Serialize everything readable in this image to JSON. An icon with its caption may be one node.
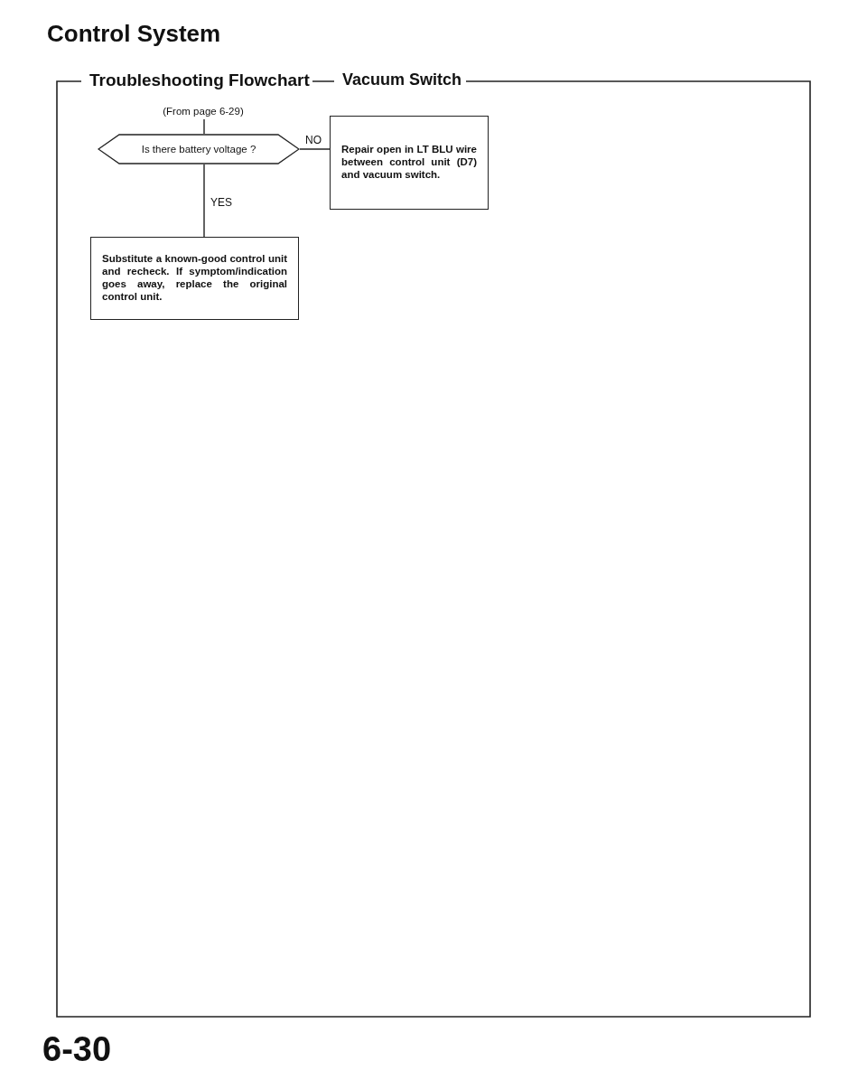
{
  "diagram": {
    "title": "Control System",
    "nodes": [
      {
        "text": [
          "(From page 6-29)"
        ]
      },
      {
        "text": [
          "Is there battery voltage ?"
        ]
      },
      {
        "text": [
          "Repair open in LT BLU wire between control unit (D7) and vacuum switch."
        ]
      },
      {
        "text": [
          "Substitute a known-good control unit and recheck. If symptom/indication goes away, replace the original control unit."
        ]
      }
    ],
    "edges": [
      {
        "from": 0,
        "to": 1,
        "arrow": "none"
      },
      {
        "from": 1,
        "to": 2,
        "arrow": "none",
        "label": "NO"
      },
      {
        "from": 1,
        "to": 3,
        "arrow": "none",
        "label": "YES"
      }
    ],
    "labels": [
      "Troubleshooting Flowchart",
      "Vacuum Switch",
      "6-30"
    ]
  }
}
